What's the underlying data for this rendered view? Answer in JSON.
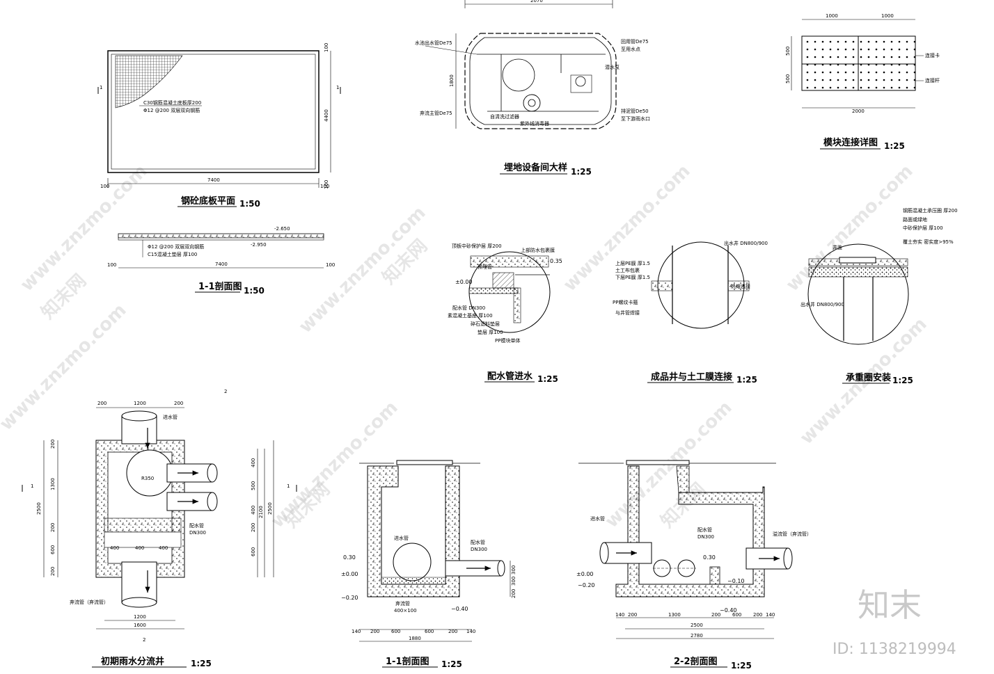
{
  "titles": {
    "plan_slab": "钢砼底板平面",
    "plan_slab_scale": "1:50",
    "section_slab": "1-1剖面图",
    "section_slab_scale": "1:50",
    "equipment_room": "埋地设备间大样",
    "equipment_room_scale": "1:25",
    "module_detail": "模块连接详图",
    "module_detail_scale": "1:25",
    "water_inlet": "配水管进水",
    "water_inlet_scale": "1:25",
    "well_membrane": "成品井与土工膜连接",
    "well_membrane_scale": "1:25",
    "bearing_ring": "承重圈安装",
    "bearing_ring_scale": "1:25",
    "diversion_well": "初期雨水分流井",
    "diversion_well_scale": "1:25",
    "section_11": "1-1剖面图",
    "section_11_scale": "1:25",
    "section_22": "2-2剖面图",
    "section_22_scale": "1:25"
  },
  "slab_plan": {
    "note1": "C30钢筋混凝土底板厚200",
    "note2": "Φ12 @200 双层双向钢筋",
    "dim_width": "7400",
    "dim_height": "4400",
    "dim_edge": "100",
    "cut_mark": "1"
  },
  "slab_section": {
    "note1": "Φ12 @200 双层双向钢筋",
    "note2": "C15混凝土垫层 厚100",
    "level_top": "-2.650",
    "level_bottom": "-2.950",
    "dim_width": "7400",
    "dim_edge": "100"
  },
  "equipment": {
    "dim_top": "2070",
    "dim_side": "1800",
    "lbl_outlet": "水池出水管De75",
    "lbl_return": "回用管De75",
    "lbl_return2": "至用水点",
    "lbl_pump": "潜水泵",
    "lbl_inlet": "弃流主管De75",
    "lbl_filter": "自清洗过滤器",
    "lbl_uv": "紫外线消毒器",
    "lbl_drain": "排泥管De50",
    "lbl_drain2": "至下游雨水口"
  },
  "module": {
    "dim1": "1000",
    "dim2": "1000",
    "dim_total": "2000",
    "dim_h1": "500",
    "dim_h2": "500",
    "lbl_clip": "连接卡",
    "lbl_bar": "连接杆"
  },
  "inlet_detail": {
    "lbl_soil": "顶板中砂保护层 厚200",
    "lbl_cover": "上部防水包裹膜",
    "lbl_pipe": "预埋管",
    "lbl_level0": "±0.00",
    "lbl_level1": "0.35",
    "lbl_dist": "配水管 DN300",
    "lbl_concrete": "素混凝土基座 厚100",
    "lbl_gravel": "碎石滤料垫层",
    "lbl_cushion": "垫层 厚100",
    "lbl_membrane": "PP模块单体"
  },
  "well_detail": {
    "lbl_well": "出水井 DN800/900",
    "lbl_top": "上层PE膜 厚1.5",
    "lbl_mid": "土工布包裹",
    "lbl_bot": "下层PE膜 厚1.5",
    "lbl_clamp": "PP螺纹卡箍",
    "lbl_seal": "与井管焊接",
    "lbl_conn": "热熔连接"
  },
  "ring_detail": {
    "lbl_slab": "钢筋混凝土承压圈 厚200",
    "lbl_road": "路面或绿地",
    "lbl_sand": "中砂保护层 厚100",
    "lbl_cover": "井盖",
    "lbl_fill": "覆土夯实 密实度>95%",
    "lbl_well": "出水井 DN800/900"
  },
  "diversion": {
    "top_dims": [
      "200",
      "1200",
      "200"
    ],
    "left_dims": [
      "200",
      "1300",
      "200",
      "600",
      "200"
    ],
    "total_h": "2500",
    "right_dims": [
      "400",
      "500",
      "400",
      "200",
      "600"
    ],
    "right_total": "2100",
    "right_total2": "2500",
    "radius": "R350",
    "lbl_inlet": "进水管",
    "lbl_dist": "配水管",
    "lbl_dn": "DN300",
    "bottom_dims": [
      "400",
      "400",
      "400"
    ],
    "bottom_1200": "1200",
    "bottom_1600": "1600",
    "lbl_overflow": "弃流管（弃流管）",
    "cut1": "1",
    "cut2": "2"
  },
  "sec11": {
    "lbl_inlet": "进水管",
    "lbl_dist": "配水管",
    "lbl_dn": "DN300",
    "lvl_030": "0.30",
    "lvl_000": "±0.00",
    "lvl_020": "−0.20",
    "lvl_040": "−0.40",
    "lbl_fill": "弃流管",
    "lbl_fill2": "400×100",
    "dims": [
      "140",
      "200",
      "600",
      "600",
      "200",
      "140"
    ],
    "total": "1880",
    "vdims": [
      "200",
      "300",
      "300"
    ]
  },
  "sec22": {
    "lbl_inlet": "进水管",
    "lbl_dist": "配水管",
    "lbl_dn": "DN300",
    "lbl_overflow": "溢流管（弃流管）",
    "lvl_030": "0.30",
    "lvl_000": "±0.00",
    "lvl_020": "−0.20",
    "lvl_010": "−0.10",
    "lvl_040": "−0.40",
    "dims": [
      "140",
      "200",
      "1300",
      "200",
      "600",
      "200",
      "140"
    ],
    "d2500": "2500",
    "total": "2780"
  },
  "watermark": {
    "site": "www.znzmo.com",
    "brand_cn": "知末网",
    "logo": "知末",
    "id": "ID: 1138219994"
  }
}
